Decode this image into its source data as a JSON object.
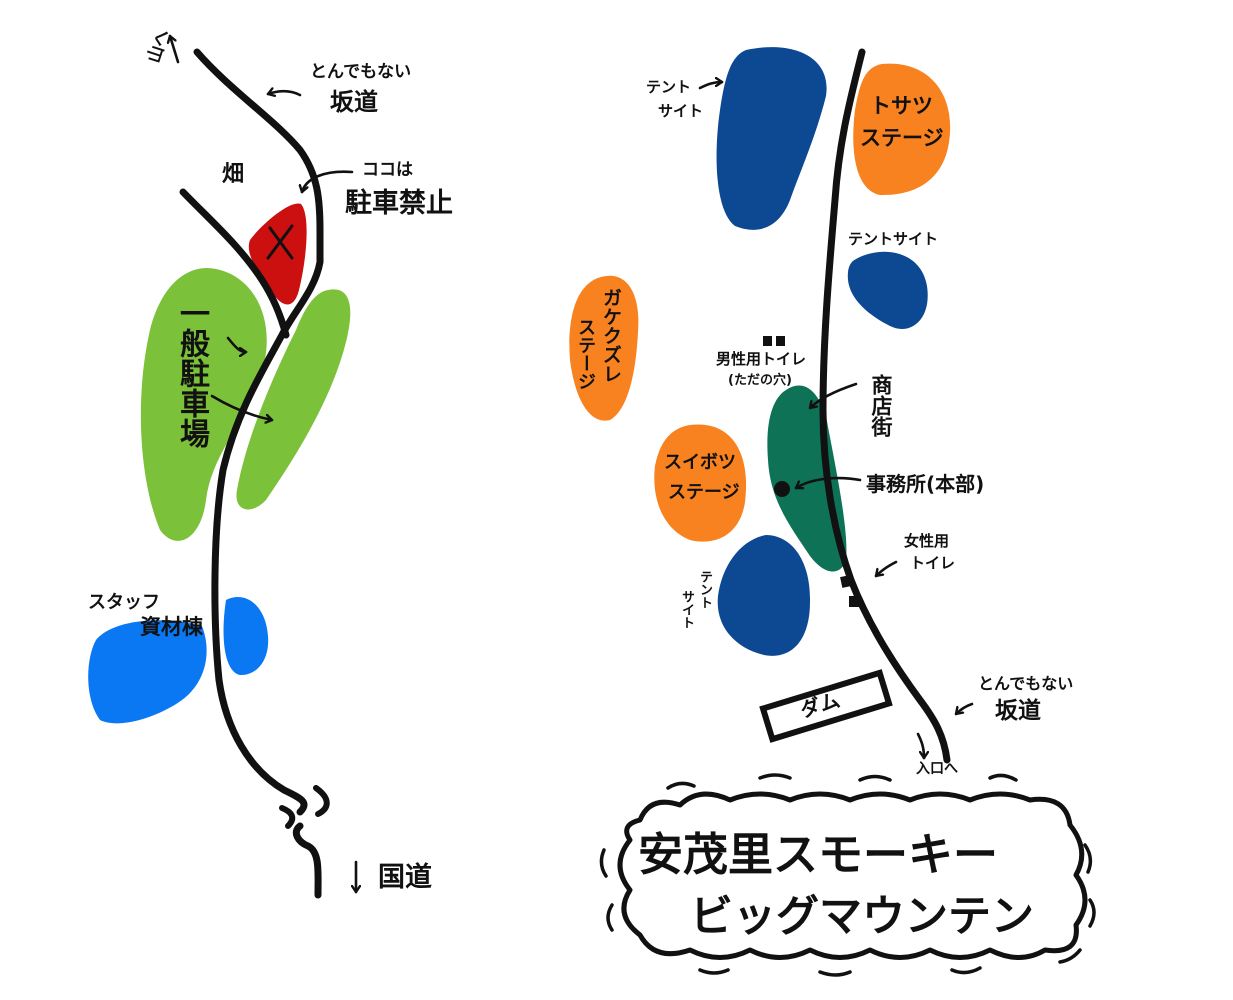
{
  "colors": {
    "road": "#111111",
    "parking_green": "#7cc13a",
    "no_parking_red": "#cc1010",
    "staff_blue": "#0a78f2",
    "tent_blue": "#0d4893",
    "stage_orange": "#f7821f",
    "shop_green": "#0e7356",
    "toilet_black": "#111111"
  },
  "left_map": {
    "mountain": "山へ",
    "steep_road": {
      "line1": "とんでもない",
      "line2": "坂道"
    },
    "field": "畑",
    "no_parking": {
      "line1": "ココは",
      "line2": "駐車禁止"
    },
    "general_parking": "一般駐車場",
    "staff_storage": {
      "line1": "スタッフ",
      "line2": "資材棟"
    },
    "national_road": "国道"
  },
  "right_map": {
    "tent_site_top": {
      "line1": "テント",
      "line2": "サイト"
    },
    "tosatsu_stage": {
      "line1": "トサツ",
      "line2": "ステージ"
    },
    "tent_site_mid": "テントサイト",
    "gakekuzure_stage": {
      "line1": "ガケクズレ",
      "line2": "ステージ"
    },
    "mens_toilet": {
      "line1": "男性用トイレ",
      "line2": "(ただの穴)"
    },
    "shopping_street": "商店街",
    "suibotsu_stage": {
      "line1": "スイボツ",
      "line2": "ステージ"
    },
    "office": "事務所(本部)",
    "womens_toilet": {
      "line1": "女性用",
      "line2": "トイレ"
    },
    "tent_site_bottom": {
      "line1": "テント",
      "line2": "サイト"
    },
    "dam": "ダム",
    "steep_road": {
      "line1": "とんでもない",
      "line2": "坂道"
    },
    "entrance": "入口へ"
  },
  "title": {
    "line1": "安茂里スモーキー",
    "line2": "ビッグマウンテン"
  }
}
